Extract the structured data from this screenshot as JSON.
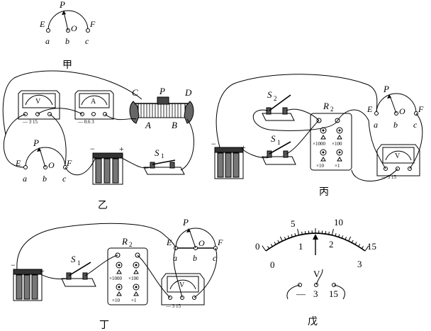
{
  "panels": {
    "jia": {
      "caption": "甲",
      "labels": {
        "P": "P",
        "E": "E",
        "O": "O",
        "F": "F",
        "a": "a",
        "b": "b",
        "c": "c"
      }
    },
    "yi": {
      "caption": "乙",
      "labels": {
        "P": "P",
        "E": "E",
        "O": "O",
        "F": "F",
        "a": "a",
        "b": "b",
        "c": "c",
        "C": "C",
        "Prh": "P",
        "D": "D",
        "A": "A",
        "B": "B",
        "S1": "S",
        "S1sub": "1"
      }
    },
    "bing": {
      "caption": "丙",
      "labels": {
        "P": "P",
        "E": "E",
        "O": "O",
        "F": "F",
        "a": "a",
        "b": "b",
        "c": "c",
        "S2": "S",
        "S2sub": "2",
        "S1": "S",
        "S1sub": "1",
        "R2": "R",
        "R2sub": "2"
      }
    },
    "ding": {
      "caption": "丁",
      "labels": {
        "P": "P",
        "E": "E",
        "O": "O",
        "F": "F",
        "a": "a",
        "b": "b",
        "c": "c",
        "S1": "S",
        "S1sub": "1",
        "R2": "R",
        "R2sub": "2"
      }
    },
    "wu": {
      "caption": "戊",
      "upper_ticks": [
        "0",
        "5",
        "10",
        "15"
      ],
      "lower_ticks": [
        "0",
        "1",
        "2",
        "3"
      ],
      "meter_letter": "V",
      "terminals": [
        "—",
        "3",
        "15"
      ]
    }
  },
  "meter_text": {
    "voltmeter": "V",
    "ammeter": "A",
    "v_terms": "—  3  15",
    "a_terms": "— 0.6 3"
  },
  "resistance_box": {
    "knobs": [
      "×1000",
      "×100",
      "×10",
      "×1"
    ]
  },
  "battery": {
    "neg": "−",
    "pos": "+"
  }
}
